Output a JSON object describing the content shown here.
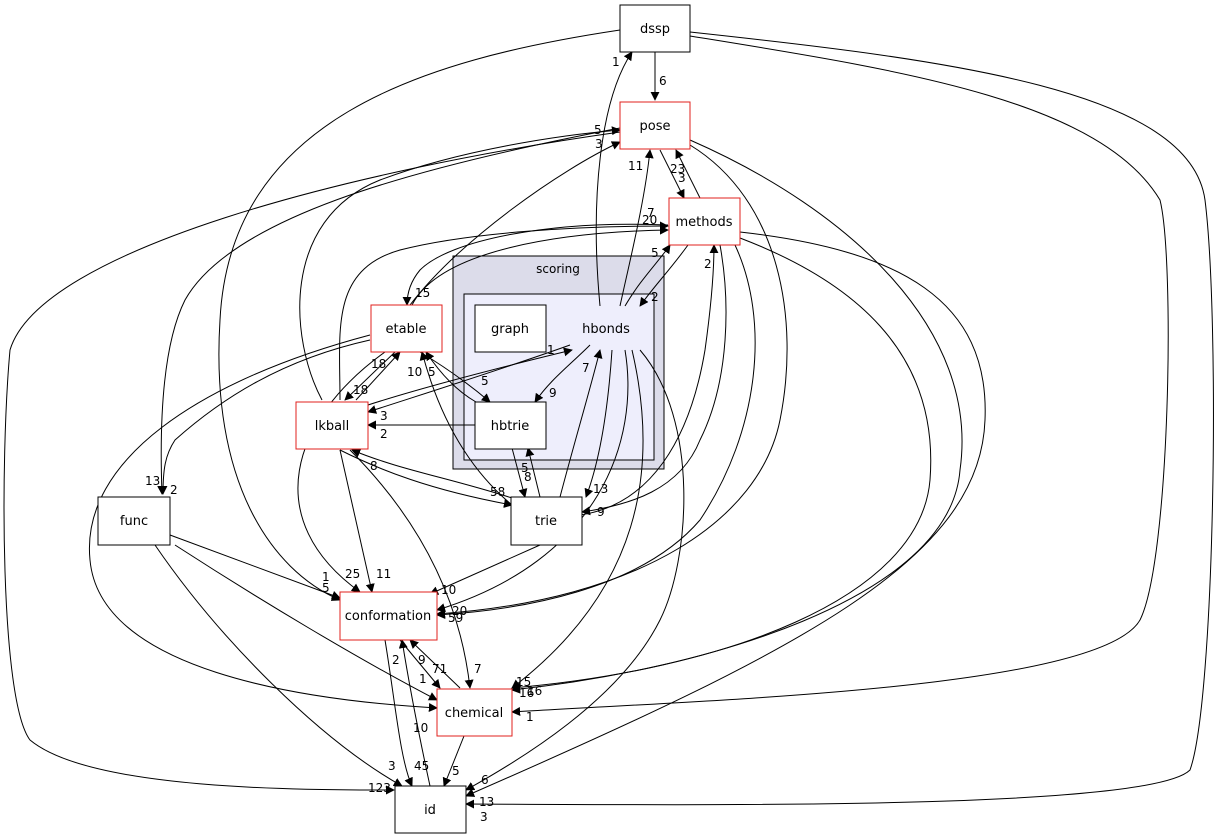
{
  "colors": {
    "scoring_fill": "#dcdcea",
    "hbonds_fill": "#eeeefc",
    "red_border": "#e0201e",
    "black_border": "#000000",
    "edge": "#000000"
  },
  "clusters": {
    "scoring": "scoring",
    "hbonds": "hbonds"
  },
  "nodes": {
    "dssp": "dssp",
    "pose": "pose",
    "methods": "methods",
    "etable": "etable",
    "graph": "graph",
    "lkball": "lkball",
    "hbtrie": "hbtrie",
    "func": "func",
    "trie": "trie",
    "conformation": "conformation",
    "chemical": "chemical",
    "id": "id"
  },
  "edge_labels": [
    "1",
    "6",
    "5",
    "3",
    "11",
    "23",
    "3",
    "7",
    "20",
    "5",
    "2",
    "2",
    "15",
    "1",
    "7",
    "9",
    "18",
    "18",
    "3",
    "2",
    "5",
    "5",
    "10",
    "8",
    "13",
    "2",
    "58",
    "8",
    "5",
    "13",
    "9",
    "1",
    "5",
    "25",
    "11",
    "10",
    "59",
    "20",
    "2",
    "9",
    "71",
    "7",
    "1",
    "10",
    "15",
    "16",
    "16",
    "1",
    "3",
    "45",
    "5",
    "6",
    "123",
    "13",
    "3"
  ]
}
